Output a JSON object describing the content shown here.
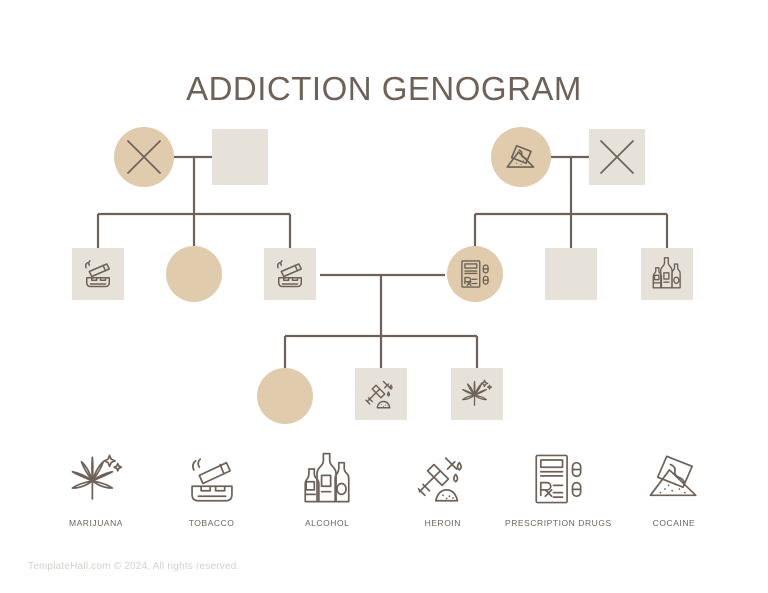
{
  "title": "ADDICTION GENOGRAM",
  "footer": "TemplateHall.com © 2024. All rights reserved.",
  "colors": {
    "background": "#FFFFFF",
    "line": "#6E6258",
    "circle_fill": "#E0CBAC",
    "square_fill": "#E6E2DA",
    "icon_stroke": "#6E6258",
    "title_text": "#6E6258",
    "footer_text": "#D5D0C8"
  },
  "legend": {
    "items": [
      {
        "icon": "marijuana-icon",
        "label": "MARIJUANA"
      },
      {
        "icon": "tobacco-icon",
        "label": "TOBACCO"
      },
      {
        "icon": "alcohol-icon",
        "label": "ALCOHOL"
      },
      {
        "icon": "heroin-icon",
        "label": "HEROIN"
      },
      {
        "icon": "prescription-drugs-icon",
        "label": "PRESCRIPTION DRUGS"
      },
      {
        "icon": "cocaine-icon",
        "label": "COCAINE"
      }
    ]
  },
  "genogram": {
    "generations": [
      {
        "name": "generation-1",
        "nodes": [
          {
            "id": "g1-left-female",
            "shape": "circle",
            "sex": "female",
            "marker": "deceased-x",
            "substance": null
          },
          {
            "id": "g1-left-male",
            "shape": "square",
            "sex": "male",
            "marker": null,
            "substance": null
          },
          {
            "id": "g1-right-female",
            "shape": "circle",
            "sex": "female",
            "marker": null,
            "substance": "cocaine"
          },
          {
            "id": "g1-right-male",
            "shape": "square",
            "sex": "male",
            "marker": "deceased-x",
            "substance": null
          }
        ]
      },
      {
        "name": "generation-2",
        "nodes": [
          {
            "id": "g2-child-1",
            "shape": "square",
            "sex": "male",
            "marker": null,
            "substance": "tobacco"
          },
          {
            "id": "g2-child-2",
            "shape": "circle",
            "sex": "female",
            "marker": null,
            "substance": null
          },
          {
            "id": "g2-child-3",
            "shape": "square",
            "sex": "male",
            "marker": null,
            "substance": "tobacco"
          },
          {
            "id": "g2-child-4",
            "shape": "circle",
            "sex": "female",
            "marker": null,
            "substance": "prescription-drugs"
          },
          {
            "id": "g2-child-5",
            "shape": "square",
            "sex": "male",
            "marker": null,
            "substance": null
          },
          {
            "id": "g2-child-6",
            "shape": "square",
            "sex": "male",
            "marker": null,
            "substance": "alcohol"
          }
        ]
      },
      {
        "name": "generation-3",
        "nodes": [
          {
            "id": "g3-child-1",
            "shape": "circle",
            "sex": "female",
            "marker": null,
            "substance": null
          },
          {
            "id": "g3-child-2",
            "shape": "square",
            "sex": "male",
            "marker": null,
            "substance": "heroin"
          },
          {
            "id": "g3-child-3",
            "shape": "square",
            "sex": "male",
            "marker": null,
            "substance": "marijuana"
          }
        ]
      }
    ],
    "unions": [
      {
        "id": "union-left",
        "partners": [
          "g1-left-female",
          "g1-left-male"
        ],
        "children": [
          "g2-child-1",
          "g2-child-2",
          "g2-child-3"
        ]
      },
      {
        "id": "union-right",
        "partners": [
          "g1-right-female",
          "g1-right-male"
        ],
        "children": [
          "g2-child-4",
          "g2-child-5",
          "g2-child-6"
        ]
      },
      {
        "id": "union-middle",
        "partners": [
          "g2-child-3",
          "g2-child-4"
        ],
        "children": [
          "g3-child-1",
          "g3-child-2",
          "g3-child-3"
        ]
      }
    ]
  }
}
